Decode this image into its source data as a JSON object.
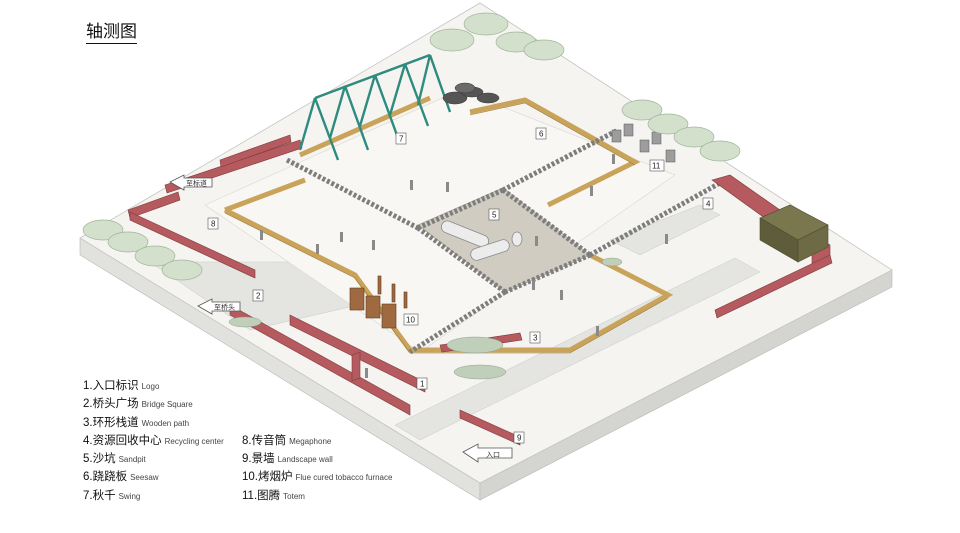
{
  "title": "轴测图",
  "signs": {
    "entrance": "入口",
    "to_bridge": "至桥头",
    "to_sign": "至标道"
  },
  "markers": {
    "m1": "1",
    "m2": "2",
    "m3": "3",
    "m4": "4",
    "m5": "5",
    "m6": "6",
    "m7": "7",
    "m8": "8",
    "m9": "9",
    "m10": "10",
    "m11": "11"
  },
  "legend": [
    {
      "zh": "1.入口标识",
      "en": "Logo"
    },
    {
      "zh": "2.桥头广场",
      "en": "Bridge Square"
    },
    {
      "zh": "3.环形栈道",
      "en": "Wooden path"
    },
    {
      "zh": "4.资源回收中心",
      "en": "Recycling center"
    },
    {
      "zh": "5.沙坑",
      "en": "Sandpit"
    },
    {
      "zh": "6.跷跷板",
      "en": "Seesaw"
    },
    {
      "zh": "7.秋千",
      "en": "Swing"
    },
    {
      "zh": "8.传音筒",
      "en": "Megaphone"
    },
    {
      "zh": "9.景墙",
      "en": "Landscape wall"
    },
    {
      "zh": "10.烤烟炉",
      "en": "Flue cured tobacco furnace"
    },
    {
      "zh": "11.图腾",
      "en": "Totem"
    }
  ],
  "colors": {
    "ground": "#f3f2ee",
    "base_side": "#e3e3e0",
    "wood_path": "#c9a35a",
    "red_wall": "#b55a5e",
    "swing_frame": "#2e8b7e",
    "sandpit": "#d1ccc2",
    "pipe_stone": "#8e8e8e",
    "tree": "#cfdcc8",
    "furnace": "#a06a40",
    "recycle_box": "#6d6a45"
  }
}
